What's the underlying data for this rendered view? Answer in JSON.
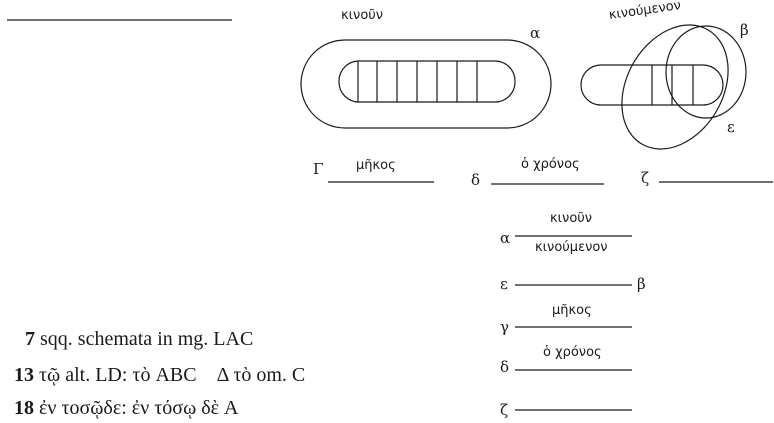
{
  "figures": {
    "moving_body": {
      "label": "κινοῦν",
      "point": "α"
    },
    "moved_body": {
      "label": "κινούμενον",
      "point_top": "β",
      "point_bottom": "ε"
    }
  },
  "lines": {
    "gamma": "Γ",
    "length": "μῆκος",
    "delta": "δ",
    "time": "ὁ χρόνος",
    "zeta": "ζ"
  },
  "stack": {
    "alpha": "α",
    "moving": "κινοῦν",
    "moved": "κινούμενον",
    "epsilon": "ε",
    "beta": "β",
    "gamma": "γ",
    "length": "μῆκος",
    "delta": "δ",
    "time": "ὁ χρόνος",
    "zeta": "ζ"
  },
  "apparatus": [
    {
      "num": "7",
      "text": " sqq. schemata in mg. LAC"
    },
    {
      "num": "13",
      "text": " τῷ alt. LD: τὸ ABC    Δ τὸ om. C"
    },
    {
      "num": "18",
      "text": " ἐν τοσῷδε: ἐν τόσῳ δὲ A"
    }
  ]
}
